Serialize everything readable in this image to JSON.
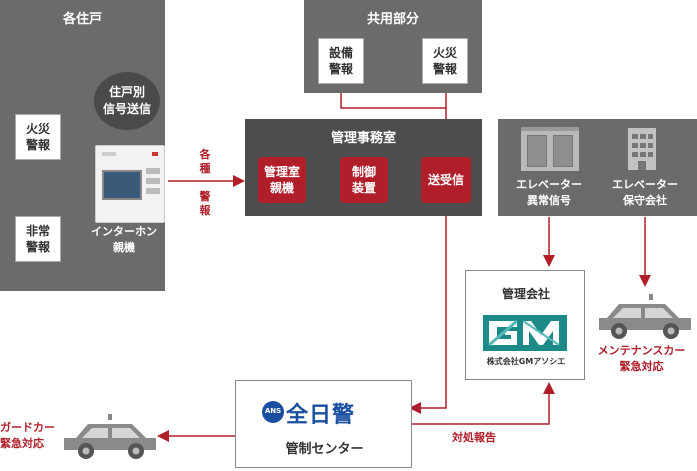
{
  "panels": {
    "residences": {
      "title": "各住戸"
    },
    "common": {
      "title": "共用部分"
    },
    "office": {
      "title": "管理事務室"
    }
  },
  "residences": {
    "fire_alarm": [
      "火災",
      "警報"
    ],
    "emergency_alarm": [
      "非常",
      "警報"
    ],
    "signal_circle": [
      "住戸別",
      "信号送信"
    ],
    "intercom_label": [
      "インターホン",
      "親機"
    ]
  },
  "common": {
    "equipment_alarm": [
      "設備",
      "警報"
    ],
    "fire_alarm": [
      "火災",
      "警報"
    ]
  },
  "office": {
    "master_unit": [
      "管理室",
      "親機"
    ],
    "control_device": [
      "制御",
      "装置"
    ],
    "transceiver": "送受信"
  },
  "various_alarms": [
    "各",
    "種",
    "警",
    "報"
  ],
  "elevator": {
    "abnormal_signal": [
      "エレベーター",
      "異常信号"
    ],
    "maintenance_company": [
      "エレベーター",
      "保守会社"
    ]
  },
  "management_company": {
    "title": "管理会社",
    "logo_text": "株式会社GMアソシエ"
  },
  "maintenance_car": [
    "メンテナンスカー",
    "緊急対応"
  ],
  "control_center": {
    "logo_text": "全日警",
    "logo_badge": "ANS",
    "label": "管制センター"
  },
  "response_report": "対処報告",
  "guard_car": [
    "ガードカー",
    "緊急対応"
  ],
  "colors": {
    "accent_red": "#b01e2a",
    "panel_gray": "#6b6b6b",
    "panel_dark": "#4d4d4d",
    "logo_blue": "#1a4fa0",
    "logo_green": "#2e8b3d"
  }
}
